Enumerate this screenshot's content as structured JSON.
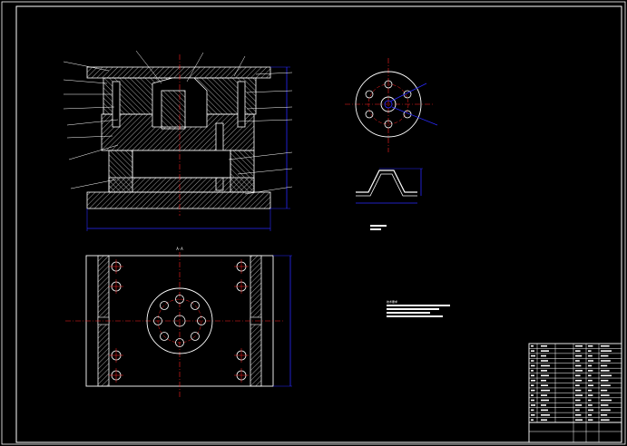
{
  "colors": {
    "background": "#000000",
    "outline": "#ffffff",
    "centerline": "#ff2020",
    "dimension": "#2a2aff",
    "hatch": "#c8c8c8"
  },
  "drawing": {
    "section_label": "A-A",
    "views": [
      "front-section",
      "plan-view",
      "part-top-view",
      "part-profile-view"
    ],
    "notes_title": "技术要求",
    "notes": [
      "1.",
      "2.",
      "3."
    ],
    "part_note": "",
    "title_block": {
      "rows": 16,
      "drawing_name": ""
    }
  }
}
